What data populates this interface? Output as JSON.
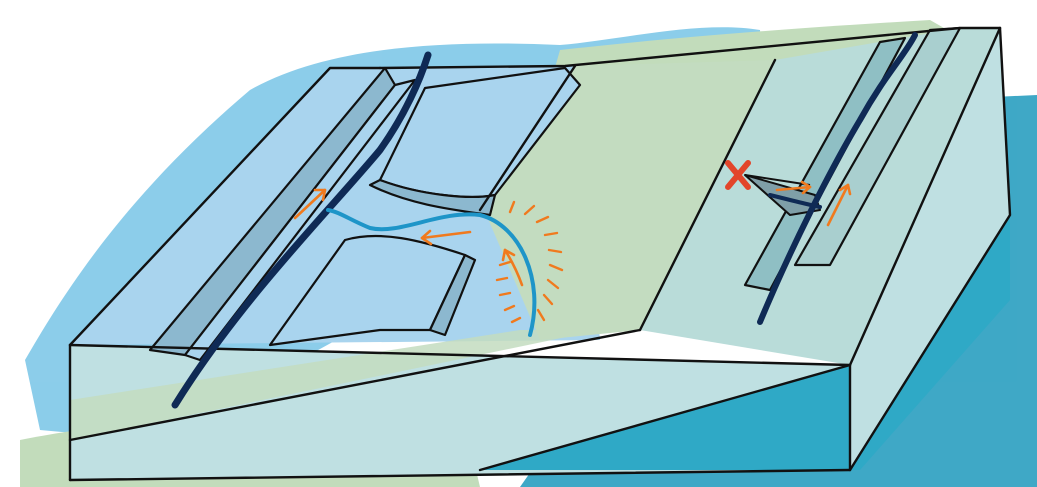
{
  "diagram": {
    "kind": "illustrated block diagram",
    "colors": {
      "wash_blue": "#7fc8e8",
      "wash_green": "#bcd9b4",
      "wash_teal": "#2a9fc0",
      "face_blue": "#a9d4ee",
      "face_green": "#c3dcc0",
      "face_mint": "#b9dcd9",
      "trough_shade": "#8cb8cf",
      "side_face": "#bfe0e2",
      "dark_side": "#2fa9c6",
      "outline": "#111111",
      "thread_navy": "#0f2a55",
      "thread_blue": "#1e95c8",
      "arrow_orange": "#f07a1e",
      "cross_red": "#e2452a"
    },
    "elements": [
      {
        "id": "left-channel",
        "icon": "groove"
      },
      {
        "id": "left-pocket",
        "icon": "notch"
      },
      {
        "id": "right-channel",
        "icon": "groove"
      },
      {
        "id": "small-rupture",
        "icon": "crack"
      },
      {
        "id": "stop-mark",
        "icon": "x-mark"
      }
    ]
  }
}
